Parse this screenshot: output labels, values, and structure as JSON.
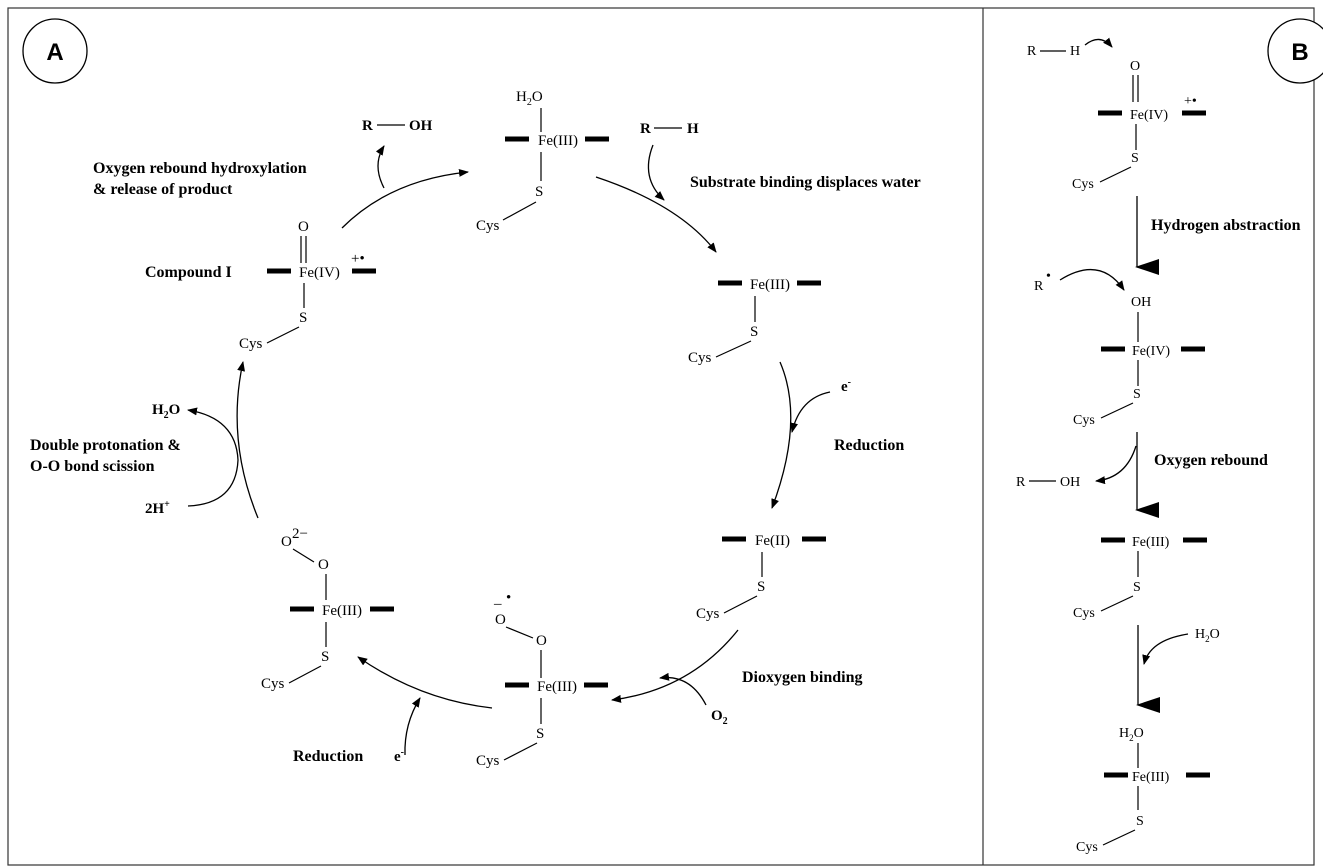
{
  "panels": {
    "a": {
      "badge": "A",
      "steps": {
        "substrate_binding": "Substrate binding displaces water",
        "reduction_1": "Reduction",
        "dioxygen_binding": "Dioxygen binding",
        "reduction_2": "Reduction",
        "double_protonation_l1": "Double protonation &",
        "double_protonation_l2": "O-O bond scission",
        "rebound_l1": "Oxygen rebound hydroxylation",
        "rebound_l2": "& release of product",
        "compound_i": "Compound I"
      },
      "reagents": {
        "rh_r": "R",
        "rh_h": "H",
        "roh_r": "R",
        "roh_oh": "OH",
        "electron_1": "e",
        "electron_2": "e",
        "o2": "O",
        "h2o": "H",
        "two_h": "2H"
      },
      "species": {
        "fe3_water": "Fe(III)",
        "fe3_high_spin": "Fe(III)",
        "fe2": "Fe(II)",
        "fe3_superoxo": "Fe(III)",
        "fe3_peroxo": "Fe(III)",
        "fe4_compound_i": "Fe(IV)",
        "cys": "Cys",
        "s": "S",
        "o": "O"
      }
    },
    "b": {
      "badge": "B",
      "steps": {
        "hydrogen_abstraction": "Hydrogen abstraction",
        "oxygen_rebound": "Oxygen rebound"
      },
      "reagents": {
        "r": "R",
        "h": "H",
        "oh": "OH",
        "h2o": "H"
      },
      "species": {
        "fe4": "Fe(IV)",
        "fe3": "Fe(III)",
        "cys": "Cys",
        "s": "S",
        "o": "O"
      }
    }
  }
}
